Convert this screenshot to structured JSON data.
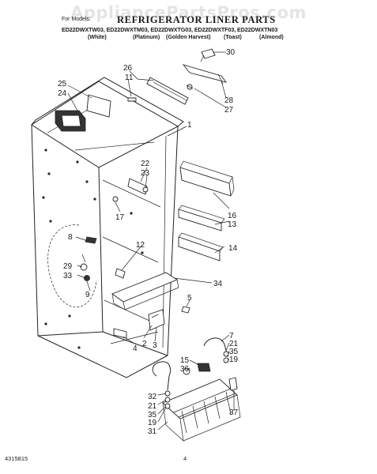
{
  "watermark": "AppliancePartsPros.com",
  "header": {
    "for_models_label": "For Models:",
    "title": "REFRIGERATOR LINER PARTS",
    "models_line": "ED22DWXTW03, ED22DWXTM03, ED22DWXTG03, ED22DWXTF03, ED22DWXTN03",
    "finishes": [
      "(White)",
      "(Platinum)",
      "(Golden Harvest)",
      "(Toast)",
      "(Almond)"
    ]
  },
  "callouts": {
    "c1": "1",
    "c2": "2",
    "c3": "3",
    "c4": "4",
    "c5": "5",
    "c7": "7",
    "c8": "8",
    "c9": "9",
    "c11": "11",
    "c12": "12",
    "c13": "13",
    "c14": "14",
    "c15": "15",
    "c16": "16",
    "c17": "17",
    "c19a": "19",
    "c19b": "19",
    "c21a": "21",
    "c21b": "21",
    "c22": "22",
    "c23": "23",
    "c24": "24",
    "c25": "25",
    "c26": "26",
    "c27": "27",
    "c28": "28",
    "c29": "29",
    "c30": "30",
    "c31": "31",
    "c32": "32",
    "c33": "33",
    "c34": "34",
    "c35a": "35",
    "c35b": "35",
    "c36": "36",
    "c37": "37"
  },
  "footer": {
    "code": "4315815",
    "page": "4"
  }
}
